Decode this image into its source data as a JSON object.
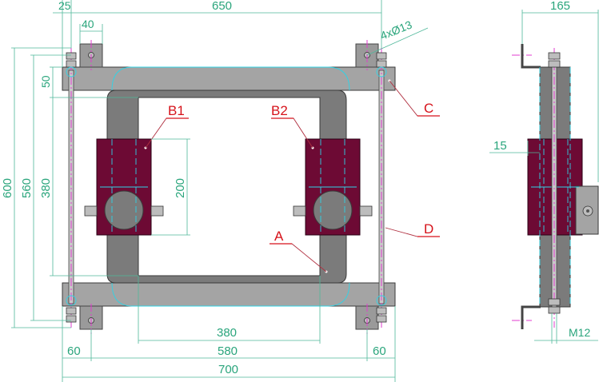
{
  "dimensions": {
    "top_25": "25",
    "top_650": "650",
    "top_40": "40",
    "hole_spec": "4xØ13",
    "left_600": "600",
    "left_560": "560",
    "left_50": "50",
    "left_380": "380",
    "mid_200": "200",
    "bottom_380": "380",
    "bottom_60_left": "60",
    "bottom_580": "580",
    "bottom_60_right": "60",
    "bottom_700": "700",
    "side_165": "165",
    "side_15": "15",
    "side_m12": "M12"
  },
  "labels": {
    "b1": "B1",
    "b2": "B2",
    "a": "A",
    "c": "C",
    "d": "D"
  },
  "colors": {
    "frame": "#7b7b7b",
    "plate": "#a4a4a4",
    "clamp": "#6d0a34",
    "dimension": "#2aa57c",
    "label": "#d6121a",
    "centerline_cyan": "#2fd3e6",
    "centerline_magenta": "#e23ccf"
  }
}
